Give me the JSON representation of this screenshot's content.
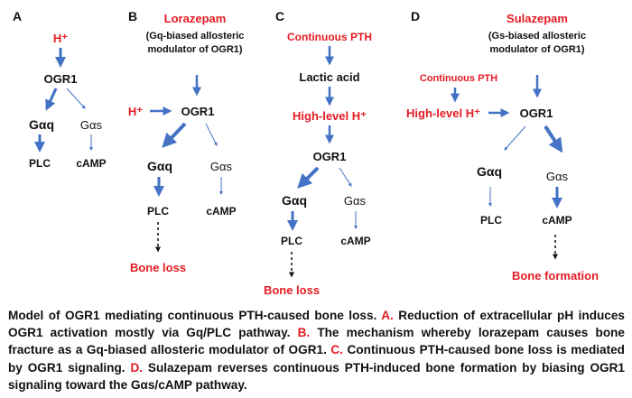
{
  "colors": {
    "arrow": "#4472c4",
    "red_text": "#e31b23",
    "black_text": "#111111"
  },
  "panels": {
    "A": {
      "letter": "A",
      "proton": "H⁺",
      "receptor": "OGR1",
      "galpha_q": "Gαq",
      "galpha_s": "Gαs",
      "plc": "PLC",
      "camp": "cAMP"
    },
    "B": {
      "letter": "B",
      "drug": "Lorazepam",
      "drug_note_line1": "(Gq-biased allosteric",
      "drug_note_line2": "modulator of OGR1)",
      "proton": "H⁺",
      "receptor": "OGR1",
      "galpha_q": "Gαq",
      "galpha_s": "Gαs",
      "plc": "PLC",
      "camp": "cAMP",
      "outcome": "Bone loss"
    },
    "C": {
      "letter": "C",
      "stimulus": "Continuous PTH",
      "lactic": "Lactic acid",
      "proton": "High-level H⁺",
      "receptor": "OGR1",
      "galpha_q": "Gαq",
      "galpha_s": "Gαs",
      "plc": "PLC",
      "camp": "cAMP",
      "outcome": "Bone loss"
    },
    "D": {
      "letter": "D",
      "drug": "Sulazepam",
      "drug_note_line1": "(Gs-biased allosteric",
      "drug_note_line2": "modulator of OGR1)",
      "stimulus": "Continuous  PTH",
      "proton": "High-level H⁺",
      "receptor": "OGR1",
      "galpha_q": "Gαq",
      "galpha_s": "Gαs",
      "plc": "PLC",
      "camp": "cAMP",
      "outcome": "Bone formation"
    }
  },
  "caption": {
    "p1": "Model of OGR1 mediating continuous PTH-caused bone loss. ",
    "A": "A.",
    "p2": " Reduction of extracellular pH induces OGR1 activation mostly via Gq/PLC pathway. ",
    "B": "B.",
    "p3": " The mechanism whereby lorazepam causes bone fracture as a Gq-biased allosteric modulator of OGR1. ",
    "C": "C.",
    "p4": " Continuous PTH-caused bone loss is mediated by OGR1 signaling. ",
    "D": "D.",
    "p5": " Sulazepam reverses continuous PTH-induced bone formation by biasing OGR1 signaling toward the Gαs/cAMP pathway."
  }
}
